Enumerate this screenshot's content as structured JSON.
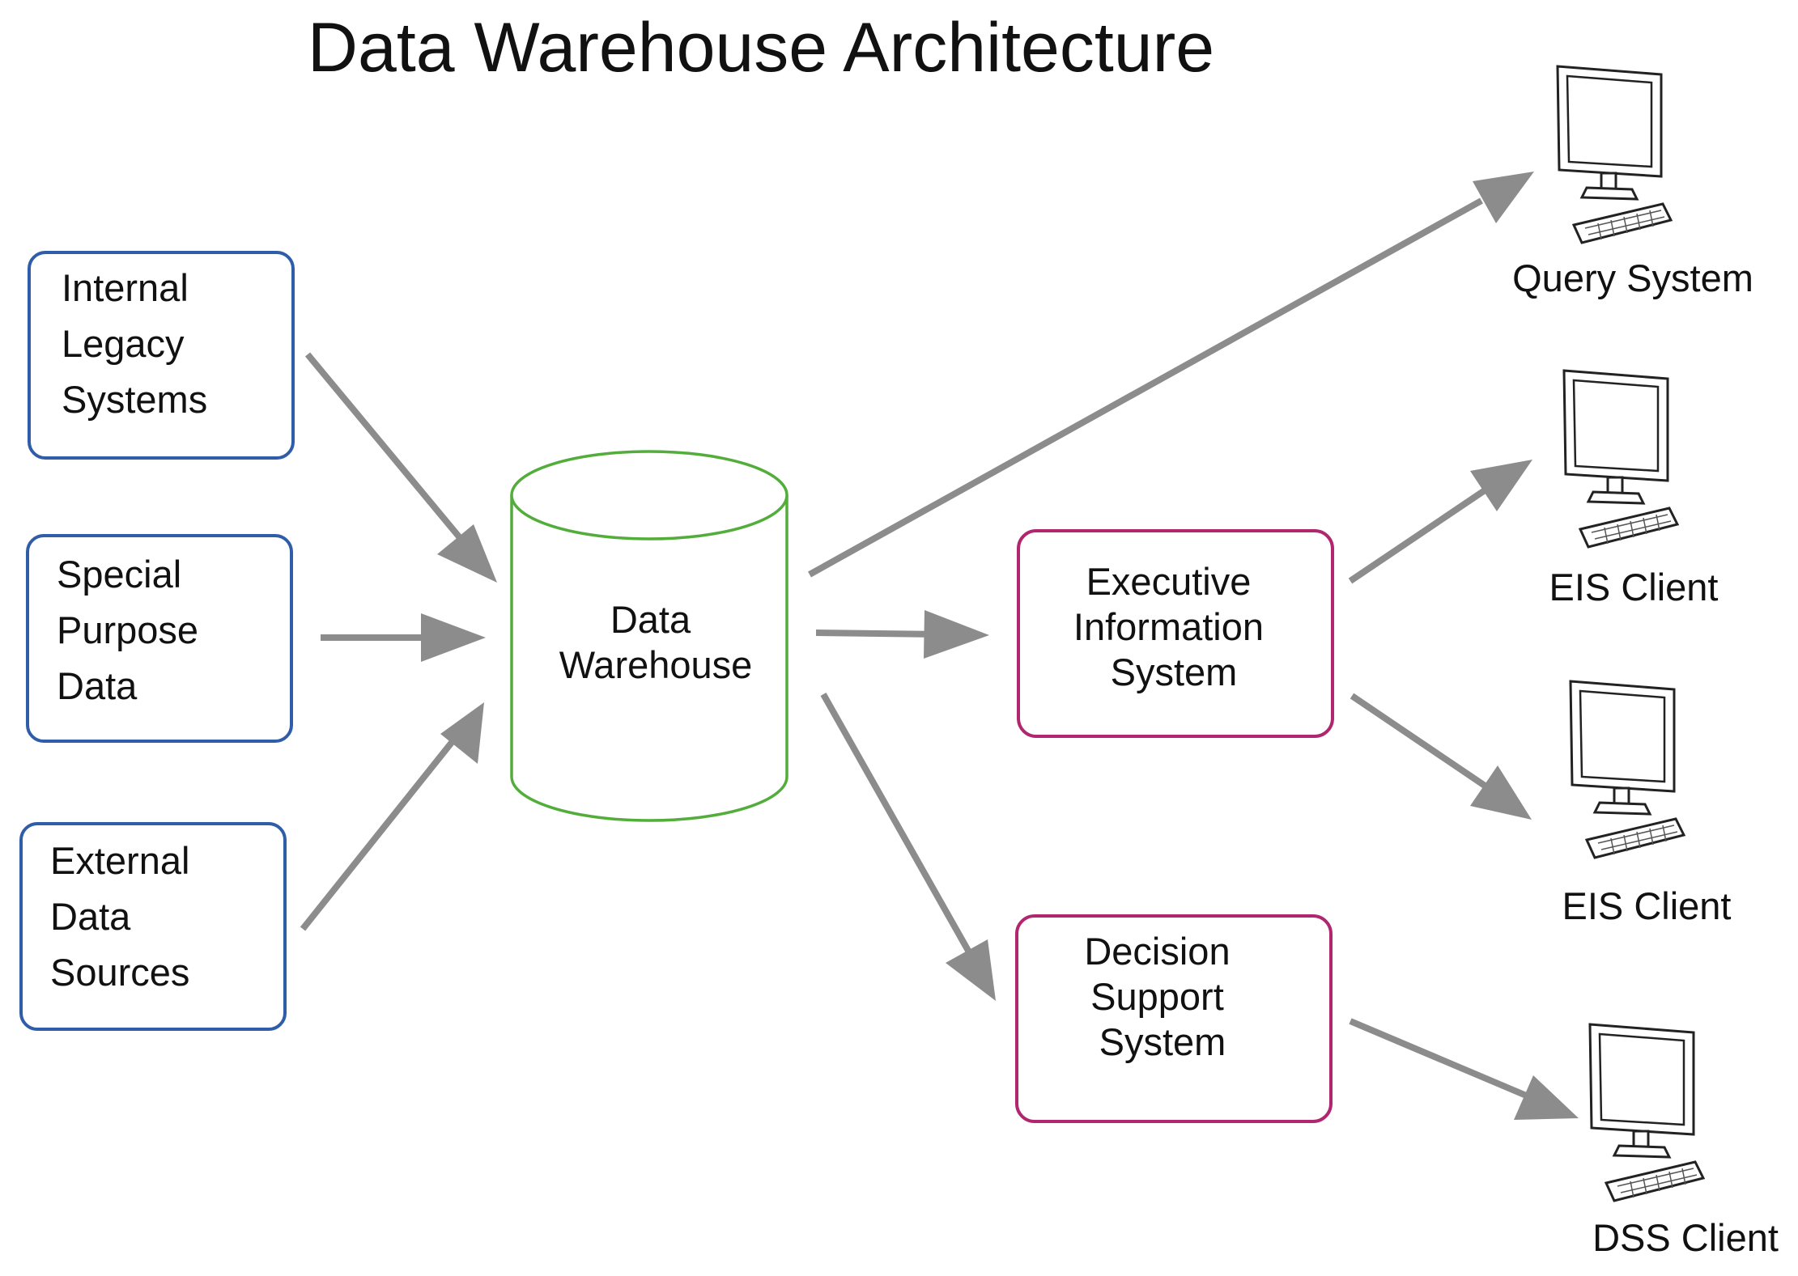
{
  "title": "Data Warehouse Architecture",
  "colors": {
    "source_box": "#2f5da8",
    "warehouse": "#52ad3a",
    "system_box": "#b0266f",
    "arrow": "#8c8c8c"
  },
  "sources": [
    {
      "lines": [
        "Internal",
        "Legacy",
        "Systems"
      ]
    },
    {
      "lines": [
        "Special",
        "Purpose",
        "Data"
      ]
    },
    {
      "lines": [
        "External",
        "Data",
        "Sources"
      ]
    }
  ],
  "warehouse": {
    "lines": [
      "Data",
      "Warehouse"
    ]
  },
  "systems": [
    {
      "lines": [
        "Executive",
        "Information",
        "System"
      ]
    },
    {
      "lines": [
        "Decision",
        "Support",
        "System"
      ]
    }
  ],
  "clients": [
    {
      "label": "Query System",
      "icon": "computer-icon"
    },
    {
      "label": "EIS Client",
      "icon": "computer-icon"
    },
    {
      "label": "EIS Client",
      "icon": "computer-icon"
    },
    {
      "label": "DSS Client",
      "icon": "computer-icon"
    }
  ]
}
